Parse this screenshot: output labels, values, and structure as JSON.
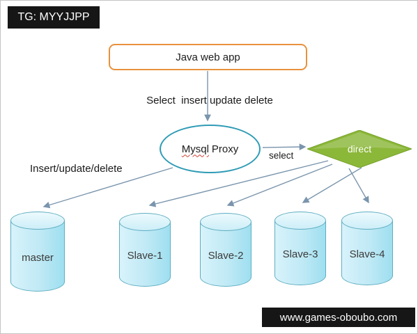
{
  "badges": {
    "top_left": "TG: MYYJJPP",
    "bottom_right": "www.games-oboubo.com"
  },
  "nodes": {
    "app": "Java web app",
    "proxy_word1": "Mysql",
    "proxy_word2": "Proxy",
    "direct": "direct"
  },
  "edges": {
    "app_to_proxy": "Select  insert update delete",
    "proxy_to_master": "Insert/update/delete",
    "proxy_to_direct": "select"
  },
  "databases": [
    {
      "label": "master"
    },
    {
      "label": "Slave-1"
    },
    {
      "label": "Slave-2"
    },
    {
      "label": "Slave-3"
    },
    {
      "label": "Slave-4"
    }
  ],
  "colors": {
    "app_border": "#e8913d",
    "proxy_border": "#2e9bb5",
    "direct_fill": "#8cb83a",
    "direct_edge": "#74a029",
    "arrow": "#7a95ad",
    "cylinder_fill": "#bfe9f5",
    "cylinder_border": "#5fadc0"
  }
}
